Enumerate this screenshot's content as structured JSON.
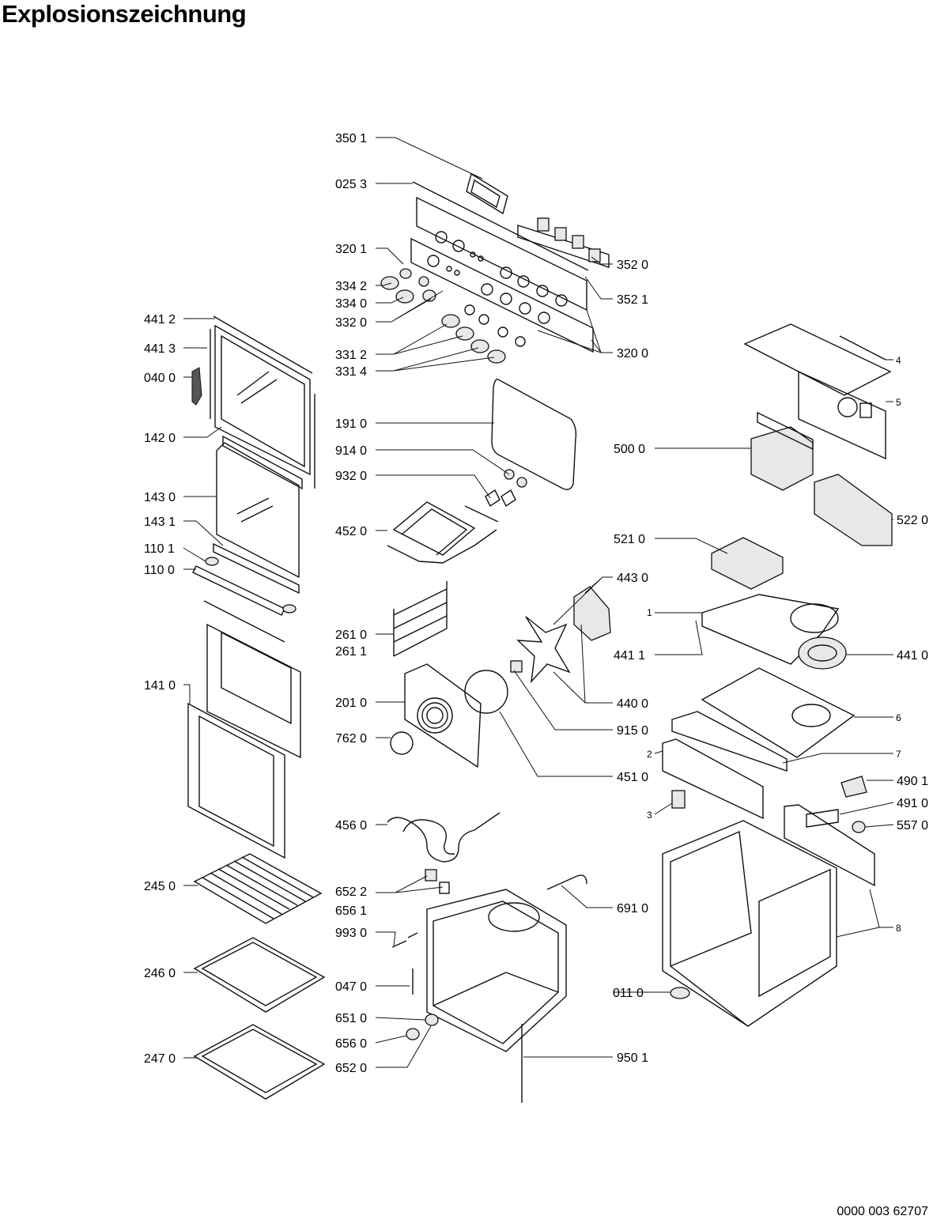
{
  "title": "Explosionszeichnung",
  "document_number": "0000 003 62707",
  "labels": {
    "l3501": "350 1",
    "l0253": "025 3",
    "l3201": "320 1",
    "l3342": "334 2",
    "l3340": "334 0",
    "l3320": "332 0",
    "l3312": "331 2",
    "l3314": "331 4",
    "l3520": "352 0",
    "l3521": "352 1",
    "l3200": "320 0",
    "l4412": "441 2",
    "l4413": "441 3",
    "l0400": "040 0",
    "l1420": "142 0",
    "l1430": "143 0",
    "l1431": "143 1",
    "l1101": "110 1",
    "l1100": "110 0",
    "l1410": "141 0",
    "l2450": "245 0",
    "l2460": "246 0",
    "l2470": "247 0",
    "l1910": "191 0",
    "l9140": "914 0",
    "l9320": "932 0",
    "l4520": "452 0",
    "l2610": "261 0",
    "l2611": "261 1",
    "l2010": "201 0",
    "l7620": "762 0",
    "l4560": "456 0",
    "l6522": "652 2",
    "l6561": "656 1",
    "l9930": "993 0",
    "l0470": "047 0",
    "l6510": "651 0",
    "l6560": "656 0",
    "l6520": "652 0",
    "l4430": "443 0",
    "l4400": "440 0",
    "l9150": "915 0",
    "l4510": "451 0",
    "l6910": "691 0",
    "l9501": "950 1",
    "l0110": "011 0",
    "l4": "4",
    "l5": "5",
    "l5000": "500 0",
    "l5220": "522 0",
    "l5210": "521 0",
    "l1": "1",
    "l4411": "441 1",
    "l4410": "441 0",
    "l6": "6",
    "l7": "7",
    "l2": "2",
    "l4901": "490 1",
    "l4910": "491 0",
    "l3": "3",
    "l5570": "557 0",
    "l8": "8"
  }
}
